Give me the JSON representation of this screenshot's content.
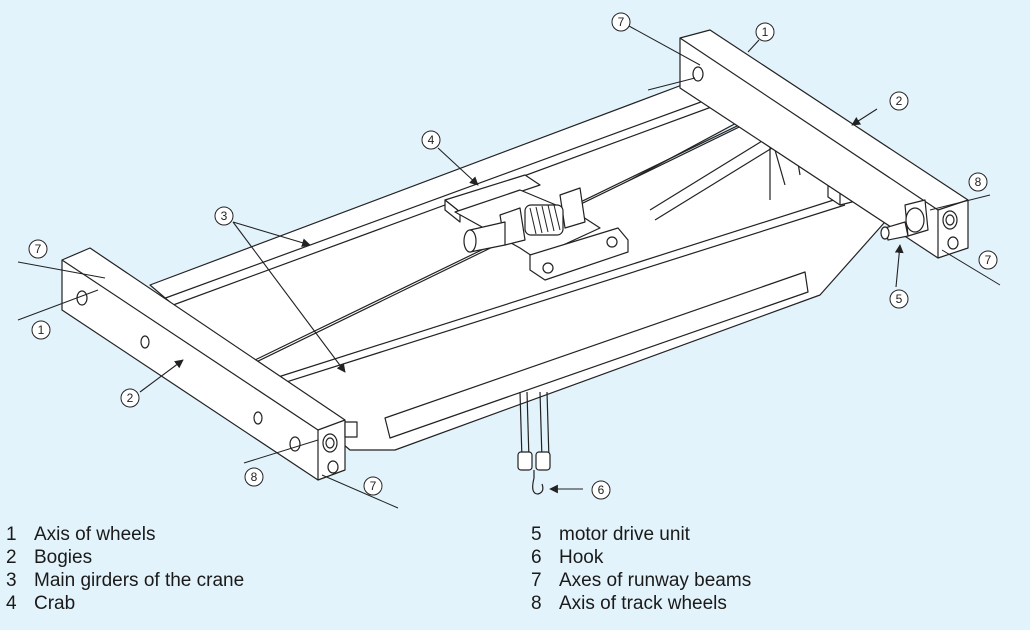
{
  "callouts": {
    "c1a": "1",
    "c1b": "1",
    "c2a": "2",
    "c2b": "2",
    "c3": "3",
    "c4": "4",
    "c5": "5",
    "c6": "6",
    "c7a": "7",
    "c7b": "7",
    "c7c": "7",
    "c7d": "7",
    "c8a": "8",
    "c8b": "8"
  },
  "legend": {
    "left": [
      {
        "num": "1",
        "label": "Axis of wheels"
      },
      {
        "num": "2",
        "label": "Bogies"
      },
      {
        "num": "3",
        "label": "Main girders of the crane"
      },
      {
        "num": "4",
        "label": "Crab"
      }
    ],
    "right": [
      {
        "num": "5",
        "label": "motor drive unit"
      },
      {
        "num": "6",
        "label": "Hook"
      },
      {
        "num": "7",
        "label": "Axes of runway beams"
      },
      {
        "num": "8",
        "label": "Axis of track wheels"
      }
    ]
  }
}
